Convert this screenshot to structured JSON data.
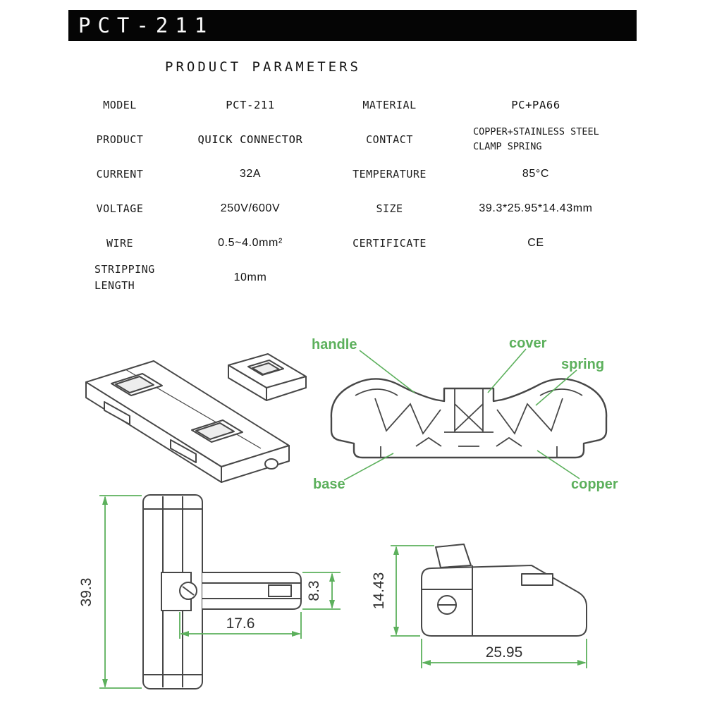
{
  "header": {
    "title": "PCT-211"
  },
  "section": {
    "title": "PRODUCT PARAMETERS"
  },
  "parameters": {
    "rows": [
      {
        "l_label": "MODEL",
        "l_value": "PCT-211",
        "r_label": "MATERIAL",
        "r_value": "PC+PA66"
      },
      {
        "l_label": "PRODUCT",
        "l_value": "QUICK CONNECTOR",
        "r_label": "CONTACT",
        "r_value": "COPPER+STAINLESS STEEL CLAMP SPRING"
      },
      {
        "l_label": "CURRENT",
        "l_value": "32A",
        "r_label": "TEMPERATURE",
        "r_value": "85°C"
      },
      {
        "l_label": "VOLTAGE",
        "l_value": "250V/600V",
        "r_label": "SIZE",
        "r_value": "39.3*25.95*14.43mm"
      },
      {
        "l_label": "WIRE",
        "l_value": "0.5~4.0mm²",
        "r_label": "CERTIFICATE",
        "r_value": "CE"
      },
      {
        "l_label": "STRIPPING LENGTH",
        "l_value": "10mm",
        "r_label": "",
        "r_value": ""
      }
    ]
  },
  "diagram": {
    "labels": {
      "handle": "handle",
      "cover": "cover",
      "spring": "spring",
      "base": "base",
      "copper": "copper"
    }
  },
  "dimensions": {
    "front_height_mm": "39.3",
    "branch_length_mm": "17.6",
    "branch_height_mm": "8.3",
    "side_height_mm": "14.43",
    "side_width_mm": "25.95"
  },
  "colors": {
    "header_bg": "#000000",
    "accent_green": "#5cb05c",
    "line_dark": "#474747",
    "dimension_text": "#2f2f2f"
  }
}
